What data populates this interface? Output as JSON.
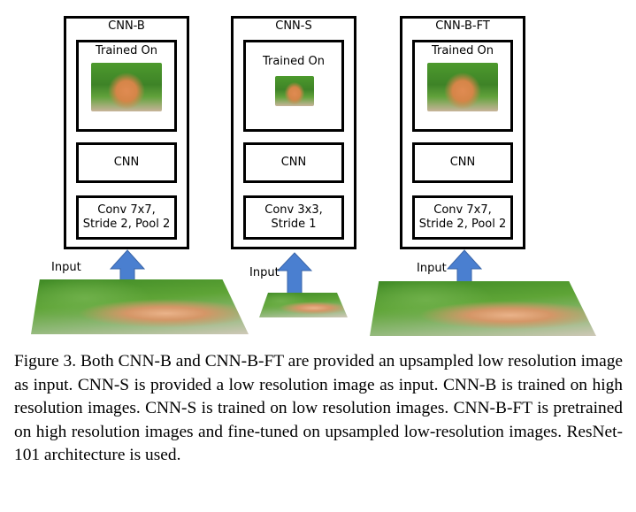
{
  "panels": [
    {
      "title": "CNN-B",
      "trained_label": "Trained On",
      "cnn_label": "CNN",
      "conv_label": "Conv 7x7,\nStride 2, Pool 2"
    },
    {
      "title": "CNN-S",
      "trained_label": "Trained On",
      "cnn_label": "CNN",
      "conv_label": "Conv 3x3,\nStride 1"
    },
    {
      "title": "CNN-B-FT",
      "trained_label": "Trained On",
      "cnn_label": "CNN",
      "conv_label": "Conv 7x7,\nStride 2, Pool 2"
    }
  ],
  "input_label": "Input",
  "caption": "Figure 3. Both CNN-B and CNN-B-FT are provided an upsampled low resolution image as input.  CNN-S is provided a low resolu­tion image as input. CNN-B is trained on high resolution images. CNN-S is trained on low resolution images.  CNN-B-FT is pre­trained on high resolution images and fine-tuned on upsampled low-resolution images. ResNet-101 architecture is used.",
  "colors": {
    "arrow": "#4a7fd0",
    "border": "#000000"
  }
}
